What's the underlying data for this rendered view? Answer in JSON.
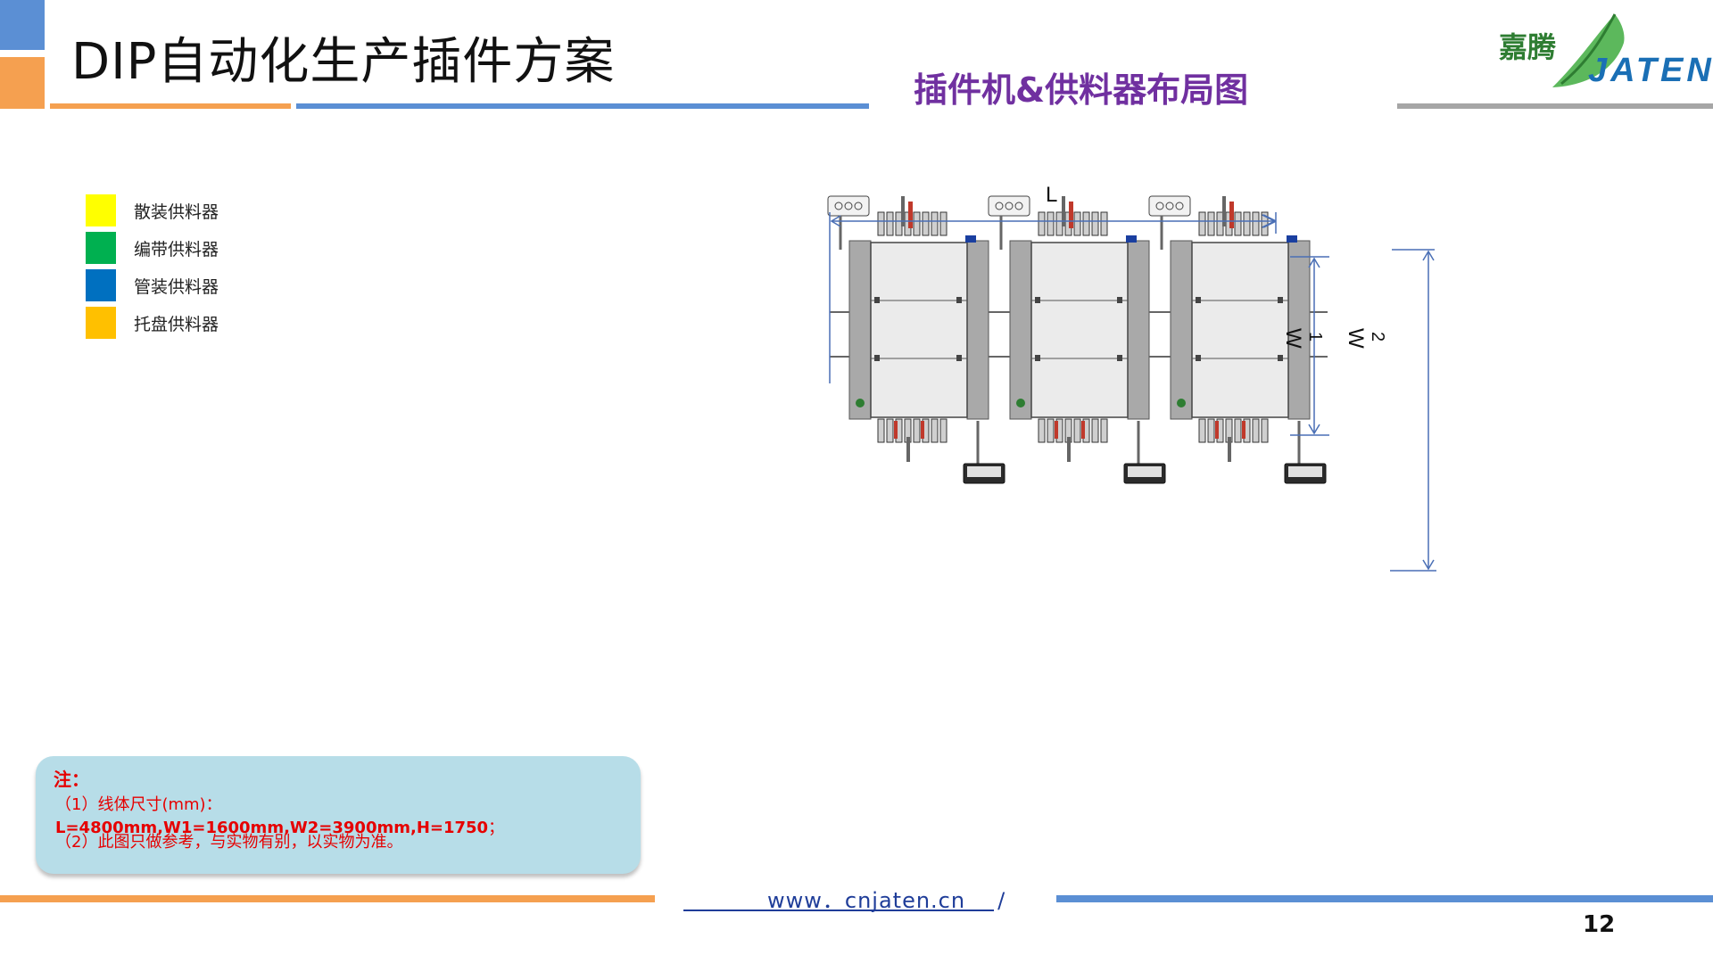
{
  "header": {
    "title": "DIP自动化生产插件方案",
    "subtitle": "插件机&供料器布局图"
  },
  "logo": {
    "chinese": "嘉腾",
    "english": "JATEN"
  },
  "legend": [
    {
      "label": "散装供料器",
      "color": "#ffff00"
    },
    {
      "label": "编带供料器",
      "color": "#00b050"
    },
    {
      "label": "管装供料器",
      "color": "#0070c0"
    },
    {
      "label": "托盘供料器",
      "color": "#ffc000"
    }
  ],
  "diagram": {
    "length_label": "L",
    "w1_label_top": "W",
    "w1_label_bottom": "1",
    "w2_label_top": "W",
    "w2_label_bottom": "2"
  },
  "note": {
    "title": "注：",
    "line1_prefix": "（1）线体尺寸(mm)：",
    "line1_values": "L=4800mm,W1=1600mm,W2=3900mm,H=1750",
    "line1_suffix": "；",
    "line2": "（2）此图只做参考，与实物有别，以实物为准。"
  },
  "footer": {
    "url": "www．cnjaten.cn",
    "url_suffix": "/",
    "page_number": "12"
  },
  "colors": {
    "accent_orange": "#f5a050",
    "accent_blue": "#5b8fd4",
    "gray_bar": "#a6a6a6",
    "subtitle_purple": "#7030a0",
    "dim_line_blue": "#4a6fb5",
    "note_bg": "#b7dde8",
    "note_text": "#e60000"
  }
}
